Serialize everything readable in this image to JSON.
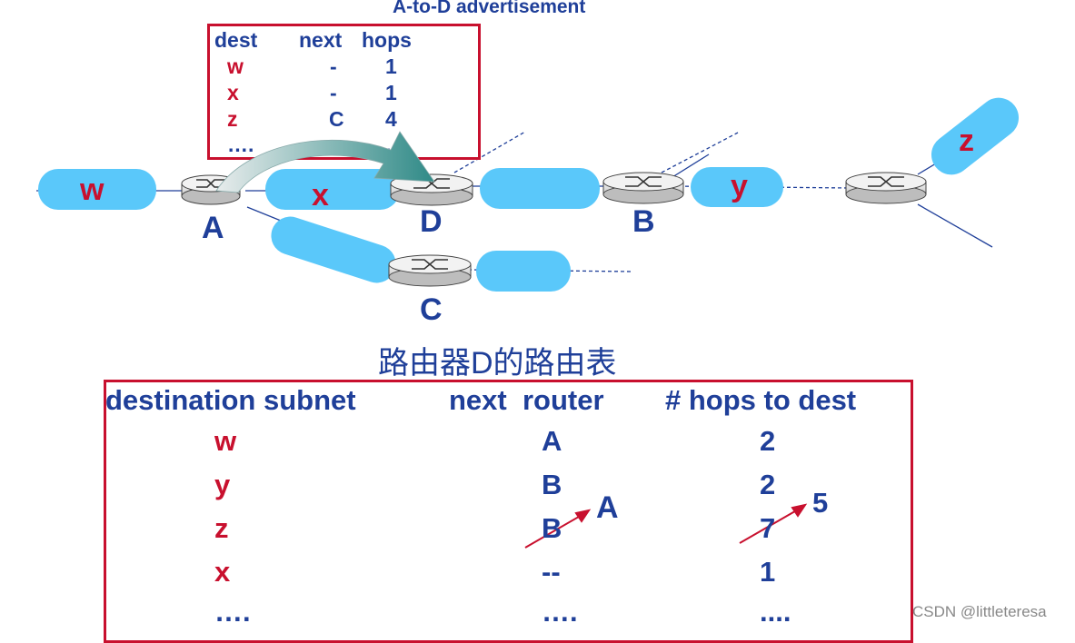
{
  "advertisement": {
    "title": "A-to-D advertisement",
    "headers": [
      "dest",
      "next",
      "hops"
    ],
    "rows": [
      {
        "dest": "w",
        "next": "-",
        "hops": "1"
      },
      {
        "dest": "x",
        "next": "-",
        "hops": "1"
      },
      {
        "dest": "z",
        "next": "C",
        "hops": "4"
      },
      {
        "dest": "….",
        "next": "…",
        "hops": "..."
      }
    ]
  },
  "network": {
    "routers": [
      "A",
      "D",
      "B",
      "C"
    ],
    "subnets": [
      "w",
      "x",
      "y",
      "z"
    ]
  },
  "routing_table": {
    "title": "路由器D的路由表",
    "headers": [
      "destination subnet",
      "next  router",
      "# hops to dest"
    ],
    "rows": [
      {
        "dest": "w",
        "next": "A",
        "hops": "2"
      },
      {
        "dest": "y",
        "next": "B",
        "hops": "2"
      },
      {
        "dest": "z",
        "next": "B",
        "hops": "7"
      },
      {
        "dest": "x",
        "next": "--",
        "hops": "1"
      },
      {
        "dest": "….",
        "next": "….",
        "hops": "...."
      }
    ],
    "update": {
      "new_next": "A",
      "new_hops": "5"
    }
  },
  "colors": {
    "blue": "#1f3f99",
    "red": "#c8102e",
    "subnet": "#5ac8fa"
  },
  "watermark": "CSDN @littleteresa"
}
